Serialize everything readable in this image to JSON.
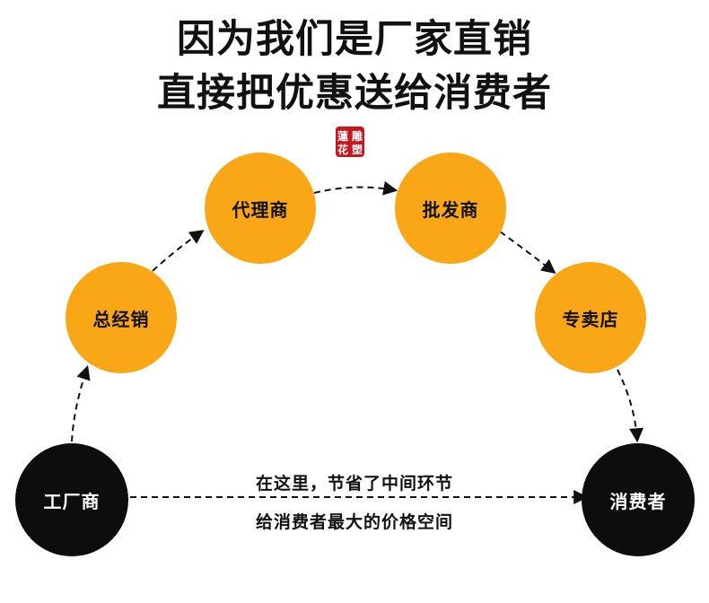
{
  "heading": {
    "line1": "因为我们是厂家直销",
    "line2": "直接把优惠送给消费者"
  },
  "seal": {
    "chars": [
      "蓮",
      "雕",
      "花",
      "塑"
    ],
    "color": "#c8161d"
  },
  "nodes": {
    "factory": "工厂商",
    "general_distributor": "总经销",
    "agent": "代理商",
    "wholesaler": "批发商",
    "specialty_store": "专卖店",
    "consumer": "消费者"
  },
  "note": {
    "line1": "在这里，节省了中间环节",
    "line2": "给消费者最大的价格空间"
  },
  "colors": {
    "node_orange": "#f9a717",
    "node_black": "#0d0d0d",
    "arrow": "#111111"
  }
}
